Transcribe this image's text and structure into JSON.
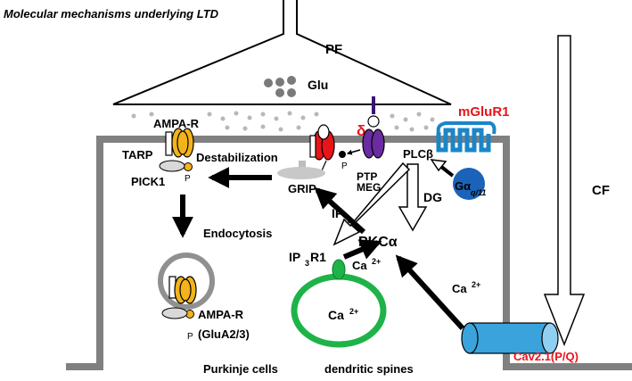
{
  "title": "Molecular mechanisms underlying LTD",
  "labels": {
    "pf": "PF",
    "glu": "Glu",
    "ampa_r_top": "AMPA-R",
    "tarp": "TARP",
    "destabilization": "Destabilization",
    "pick1": "PICK1",
    "p_pick1": "P",
    "delta": "δ",
    "p_delta": "P",
    "grip": "GRIP",
    "ptp": "PTP",
    "meg": "MEG",
    "mglur1": "mGluR1",
    "plc": "PLCβ",
    "galpha": "Gα",
    "galpha_sub": "q/11",
    "cf": "CF",
    "dg": "DG",
    "ip3": "IP",
    "ip3_sub": "3",
    "pkc": "PKCα",
    "endocytosis": "Endocytosis",
    "ip3r1": "IP",
    "ip3r1_sub": "3",
    "ip3r1_tail": "R1",
    "ca_er": "Ca",
    "ca_er_sup": "2+",
    "ca_mid": "Ca",
    "ca_mid_sup": "2+",
    "ca_chan": "Ca",
    "ca_chan_sup": "2+",
    "ampa_r_bottom": "AMPA-R",
    "glua": "(GluA2/3)",
    "p_bottom": "P",
    "purkinje": "Purkinje cells",
    "spines": "dendritic spines",
    "cav": "Cav2.1(P/Q)"
  },
  "colors": {
    "membrane": "#808080",
    "ampa": "#f2b31b",
    "delta_receptor": "#e8141a",
    "meg_purple": "#6a2ca0",
    "mglur_blue": "#1a86c8",
    "galpha_blue": "#1a63b8",
    "er_green": "#1eb348",
    "channel_blue": "#3aa3dc",
    "red_text": "#e8141a",
    "vesicle_dots": "#7a7a7a",
    "cleft_dots": "#b8b8b8"
  }
}
